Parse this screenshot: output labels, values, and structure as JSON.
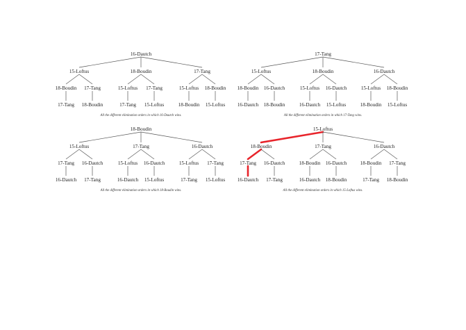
{
  "trees": [
    {
      "root": "16-Dautch",
      "caption": "All the different elimination orders in which 16-Dautch wins.",
      "branches": [
        {
          "label": "15-Loftus",
          "children": [
            {
              "label": "18-Boudin",
              "leaf": "17-Tang"
            },
            {
              "label": "17-Tang",
              "leaf": "18-Boudin"
            }
          ]
        },
        {
          "label": "18-Boudin",
          "children": [
            {
              "label": "15-Loftus",
              "leaf": "17-Tang"
            },
            {
              "label": "17-Tang",
              "leaf": "15-Loftus"
            }
          ]
        },
        {
          "label": "17-Tang",
          "children": [
            {
              "label": "15-Loftus",
              "leaf": "18-Boudin"
            },
            {
              "label": "18-Boudin",
              "leaf": "15-Loftus"
            }
          ]
        }
      ]
    },
    {
      "root": "17-Tang",
      "caption": "All the different elimination orders in which 17-Tang wins.",
      "branches": [
        {
          "label": "15-Loftus",
          "children": [
            {
              "label": "18-Boudin",
              "leaf": "16-Dautch"
            },
            {
              "label": "16-Dautch",
              "leaf": "18-Boudin"
            }
          ]
        },
        {
          "label": "18-Boudin",
          "children": [
            {
              "label": "15-Loftus",
              "leaf": "16-Dautch"
            },
            {
              "label": "16-Dautch",
              "leaf": "15-Loftus"
            }
          ]
        },
        {
          "label": "16-Dautch",
          "children": [
            {
              "label": "15-Loftus",
              "leaf": "18-Boudin"
            },
            {
              "label": "18-Boudin",
              "leaf": "15-Loftus"
            }
          ]
        }
      ]
    },
    {
      "root": "18-Boudin",
      "caption": "All the different elimination orders in which 18-Boudin wins.",
      "branches": [
        {
          "label": "15-Loftus",
          "children": [
            {
              "label": "17-Tang",
              "leaf": "16-Dautch"
            },
            {
              "label": "16-Dautch",
              "leaf": "17-Tang"
            }
          ]
        },
        {
          "label": "17-Tang",
          "children": [
            {
              "label": "15-Loftus",
              "leaf": "16-Dautch"
            },
            {
              "label": "16-Dautch",
              "leaf": "15-Loftus"
            }
          ]
        },
        {
          "label": "16-Dautch",
          "children": [
            {
              "label": "15-Loftus",
              "leaf": "17-Tang"
            },
            {
              "label": "17-Tang",
              "leaf": "15-Loftus"
            }
          ]
        }
      ]
    },
    {
      "root": "15-Loftus",
      "caption": "All the different elimination orders in which 15-Loftus wins.",
      "highlight": {
        "branch": 0,
        "child": 0,
        "color": "#e8242b"
      },
      "branches": [
        {
          "label": "18-Boudin",
          "children": [
            {
              "label": "17-Tang",
              "leaf": "16-Dautch"
            },
            {
              "label": "16-Dautch",
              "leaf": "17-Tang"
            }
          ]
        },
        {
          "label": "17-Tang",
          "children": [
            {
              "label": "18-Boudin",
              "leaf": "16-Dautch"
            },
            {
              "label": "16-Dautch",
              "leaf": "18-Boudin"
            }
          ]
        },
        {
          "label": "16-Dautch",
          "children": [
            {
              "label": "18-Boudin",
              "leaf": "17-Tang"
            },
            {
              "label": "17-Tang",
              "leaf": "18-Boudin"
            }
          ]
        }
      ]
    }
  ]
}
